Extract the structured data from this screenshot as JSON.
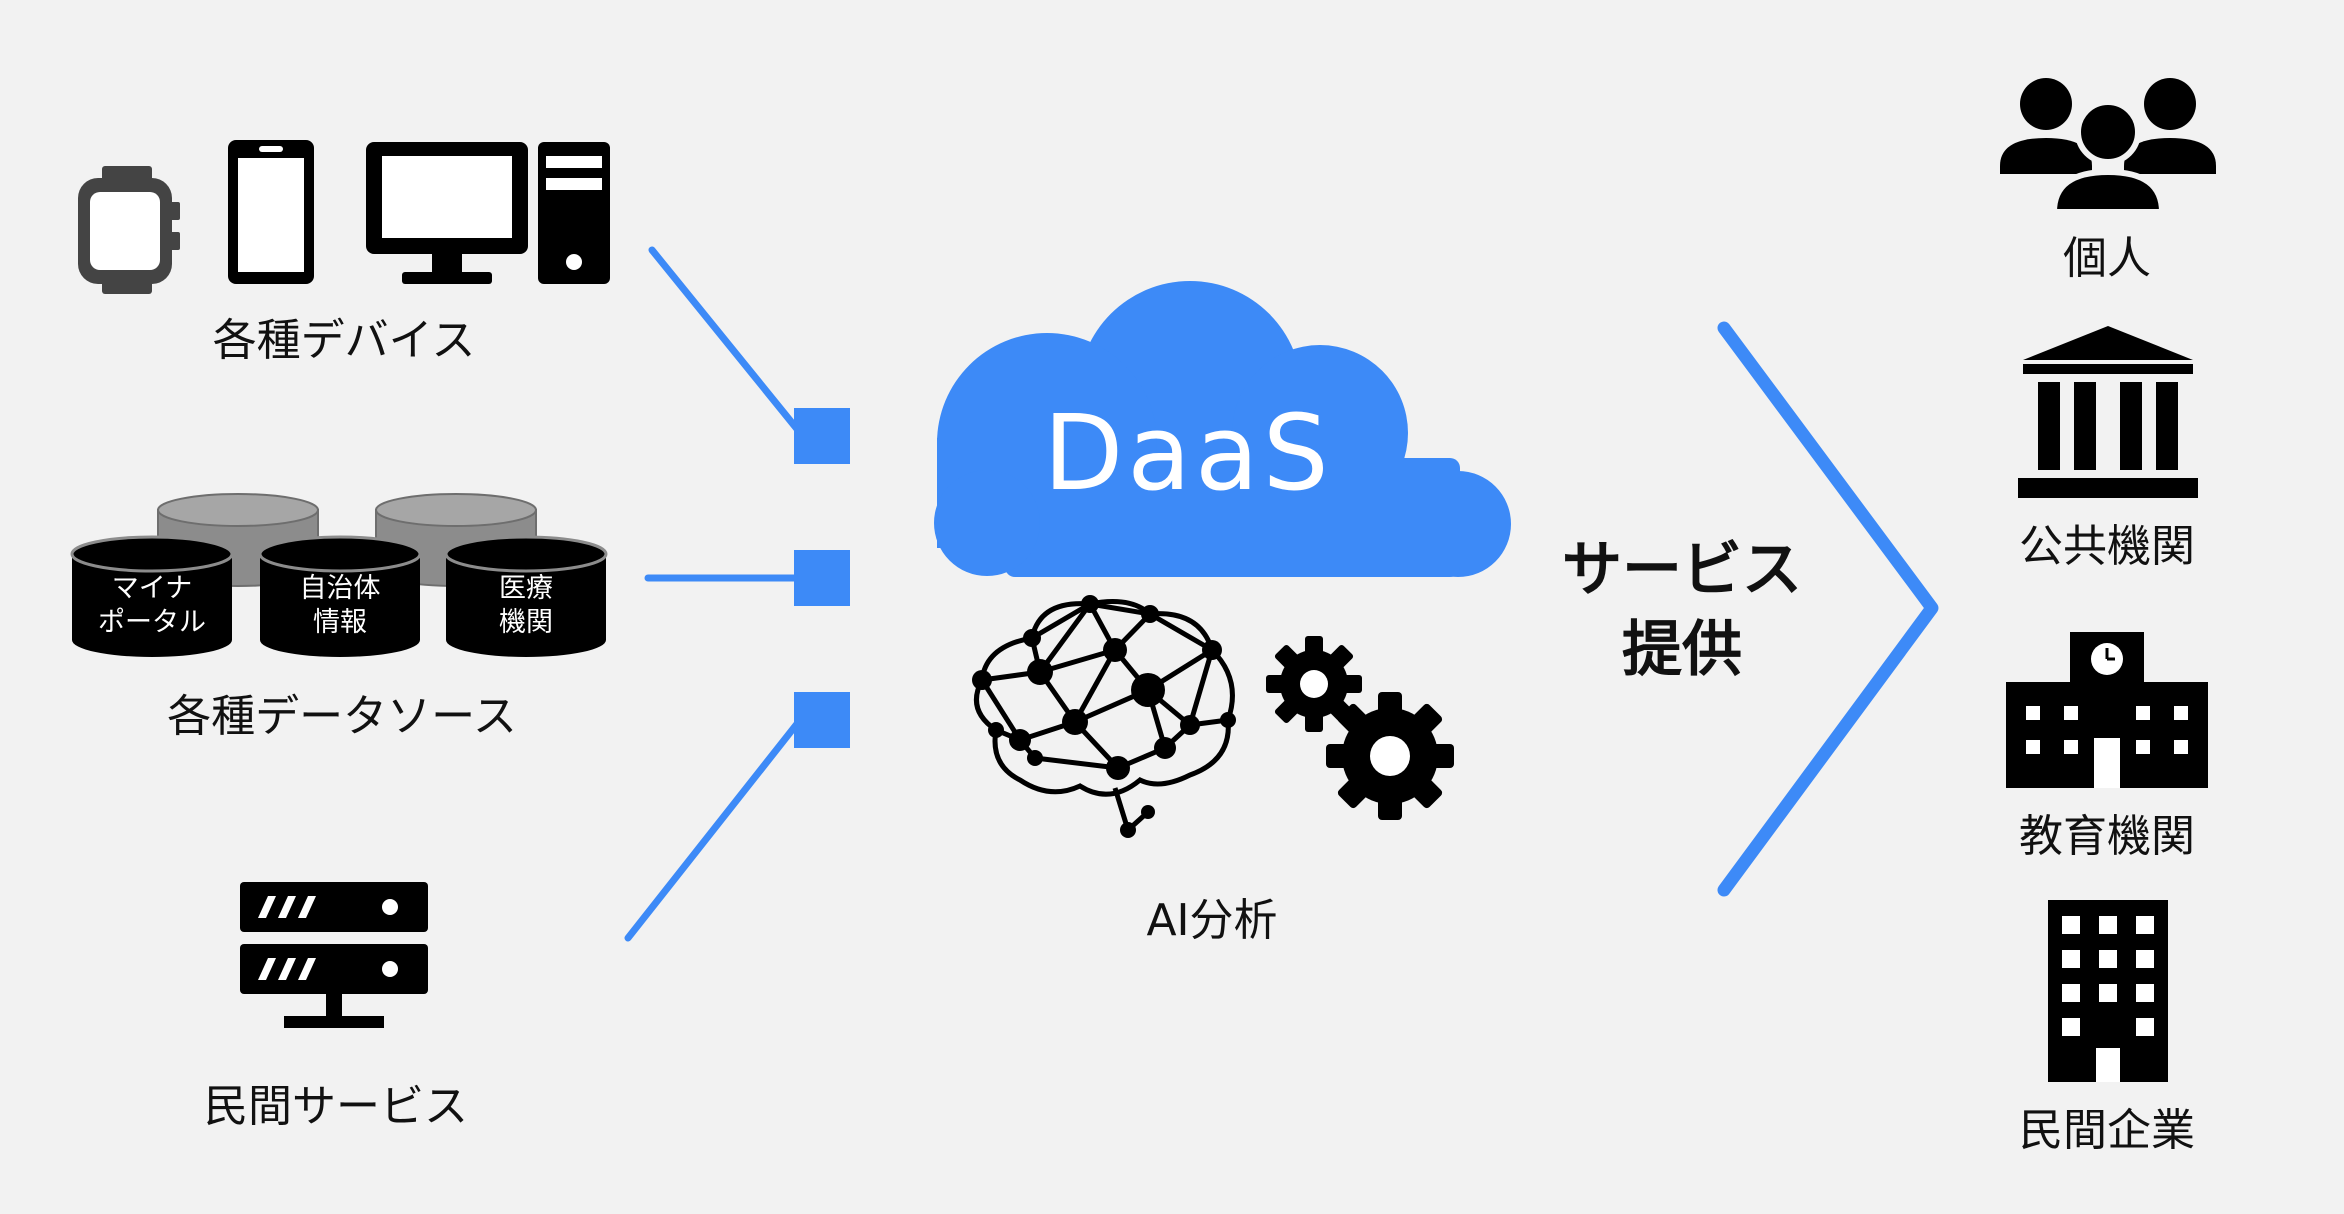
{
  "sources": {
    "devices": {
      "label": "各種デバイス",
      "icons": [
        "smartwatch-icon",
        "smartphone-icon",
        "monitor-icon",
        "desktop-tower-icon"
      ]
    },
    "data_sources": {
      "label": "各種データソース",
      "databases": [
        "マイナ\nポータル",
        "自治体\n情報",
        "医療\n機関"
      ]
    },
    "private_services": {
      "label": "民間サービス",
      "icon": "server-icon"
    }
  },
  "hub": {
    "cloud_text": "DaaS",
    "ai_label": "AI分析",
    "icons": [
      "neural-brain-icon",
      "gears-icon"
    ]
  },
  "offer": {
    "line1": "サービス",
    "line2": "提供"
  },
  "recipients": [
    {
      "label": "個人",
      "icon": "people-icon"
    },
    {
      "label": "公共機関",
      "icon": "public-building-icon"
    },
    {
      "label": "教育機関",
      "icon": "school-icon"
    },
    {
      "label": "民間企業",
      "icon": "office-building-icon"
    }
  ],
  "colors": {
    "accent": "#3d8af7",
    "background": "#f2f2f2",
    "icon": "#000000",
    "db_top": "#8c8c8c"
  }
}
